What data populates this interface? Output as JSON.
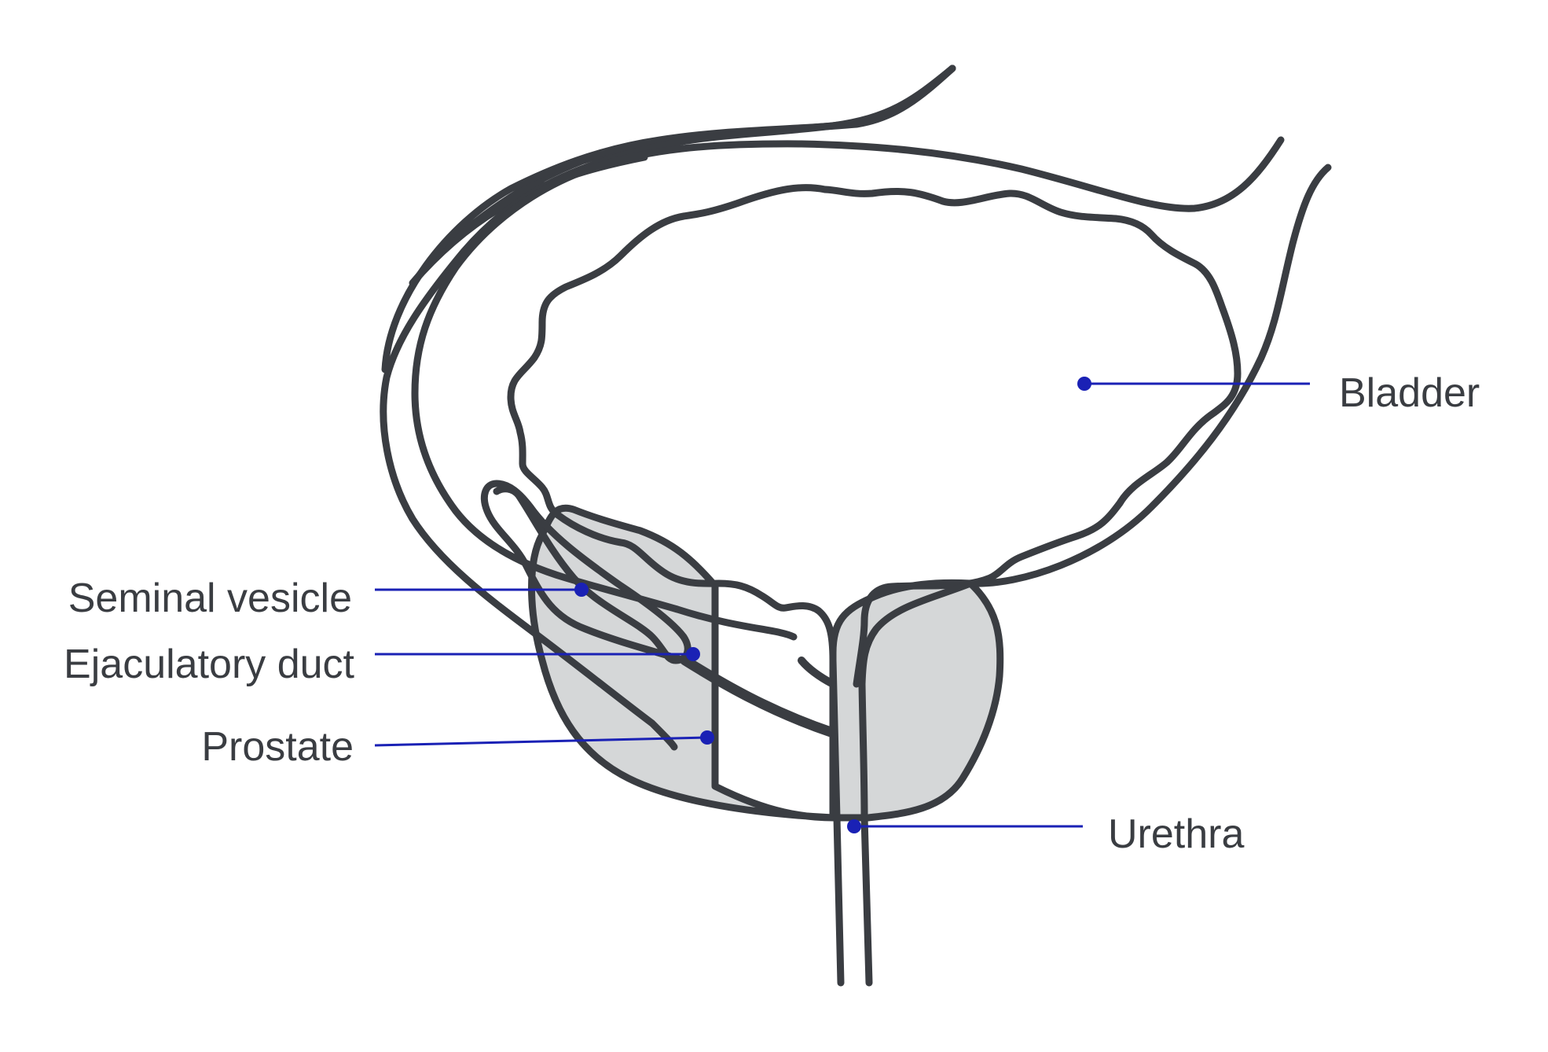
{
  "colors": {
    "outline": "#3a3d42",
    "prostate_fill": "#d5d7d8",
    "leader": "#1a21b5",
    "label_text": "#3a3d42",
    "background": "#ffffff"
  },
  "labels": {
    "bladder": "Bladder",
    "seminal_vesicle": "Seminal vesicle",
    "ejaculatory_duct": "Ejaculatory duct",
    "prostate": "Prostate",
    "urethra": "Urethra"
  }
}
